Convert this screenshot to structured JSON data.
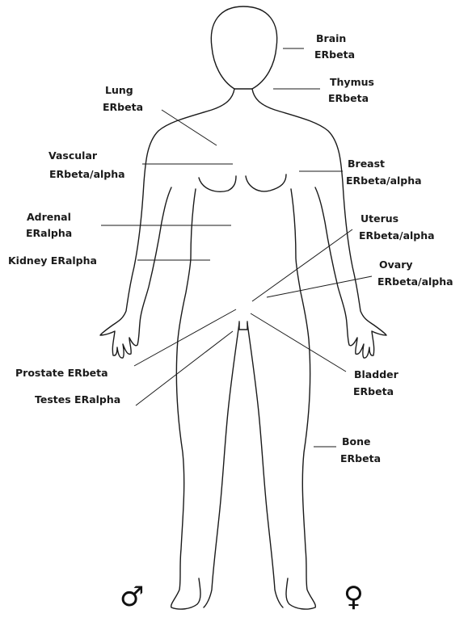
{
  "labels": {
    "brain": [
      "Brain",
      "ERbeta"
    ],
    "thymus": [
      "Thymus",
      "ERbeta"
    ],
    "lung": [
      "Lung",
      "ERbeta"
    ],
    "vascular": [
      "Vascular",
      "ERbeta/alpha"
    ],
    "breast": [
      "Breast",
      "ERbeta/alpha"
    ],
    "adrenal": [
      "Adrenal",
      "ERalpha"
    ],
    "uterus": [
      "Uterus",
      "ERbeta/alpha"
    ],
    "kidney": [
      "Kidney ERalpha"
    ],
    "ovary": [
      "Ovary",
      "ERbeta/alpha"
    ],
    "prostate": [
      "Prostate ERbeta"
    ],
    "bladder": [
      "Bladder",
      "ERbeta"
    ],
    "testes": [
      "Testes ERalpha"
    ],
    "bone": [
      "Bone",
      "ERbeta"
    ]
  },
  "symbols": {
    "male": "♂",
    "female": "♀"
  }
}
